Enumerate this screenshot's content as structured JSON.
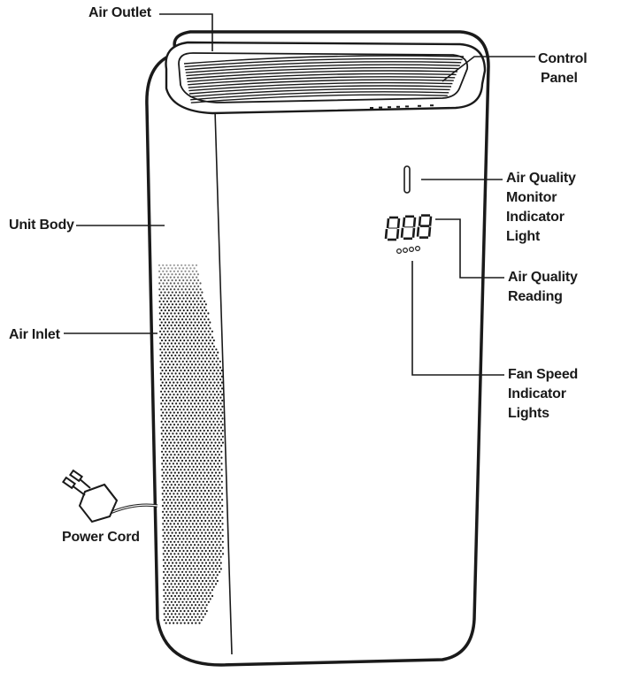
{
  "callouts": {
    "air_outlet": "Air Outlet",
    "control_panel": [
      "Control",
      "Panel"
    ],
    "air_quality_monitor": [
      "Air Quality",
      "Monitor",
      "Indicator",
      "Light"
    ],
    "unit_body": "Unit Body",
    "air_quality_reading": [
      "Air Quality",
      "Reading"
    ],
    "air_inlet": "Air Inlet",
    "fan_speed": [
      "Fan Speed",
      "Indicator",
      "Lights"
    ],
    "power_cord": "Power Cord"
  },
  "display": {
    "reading": "008"
  },
  "colors": {
    "line": "#1a1a1a",
    "body": "#ffffff",
    "background": "#ffffff"
  }
}
